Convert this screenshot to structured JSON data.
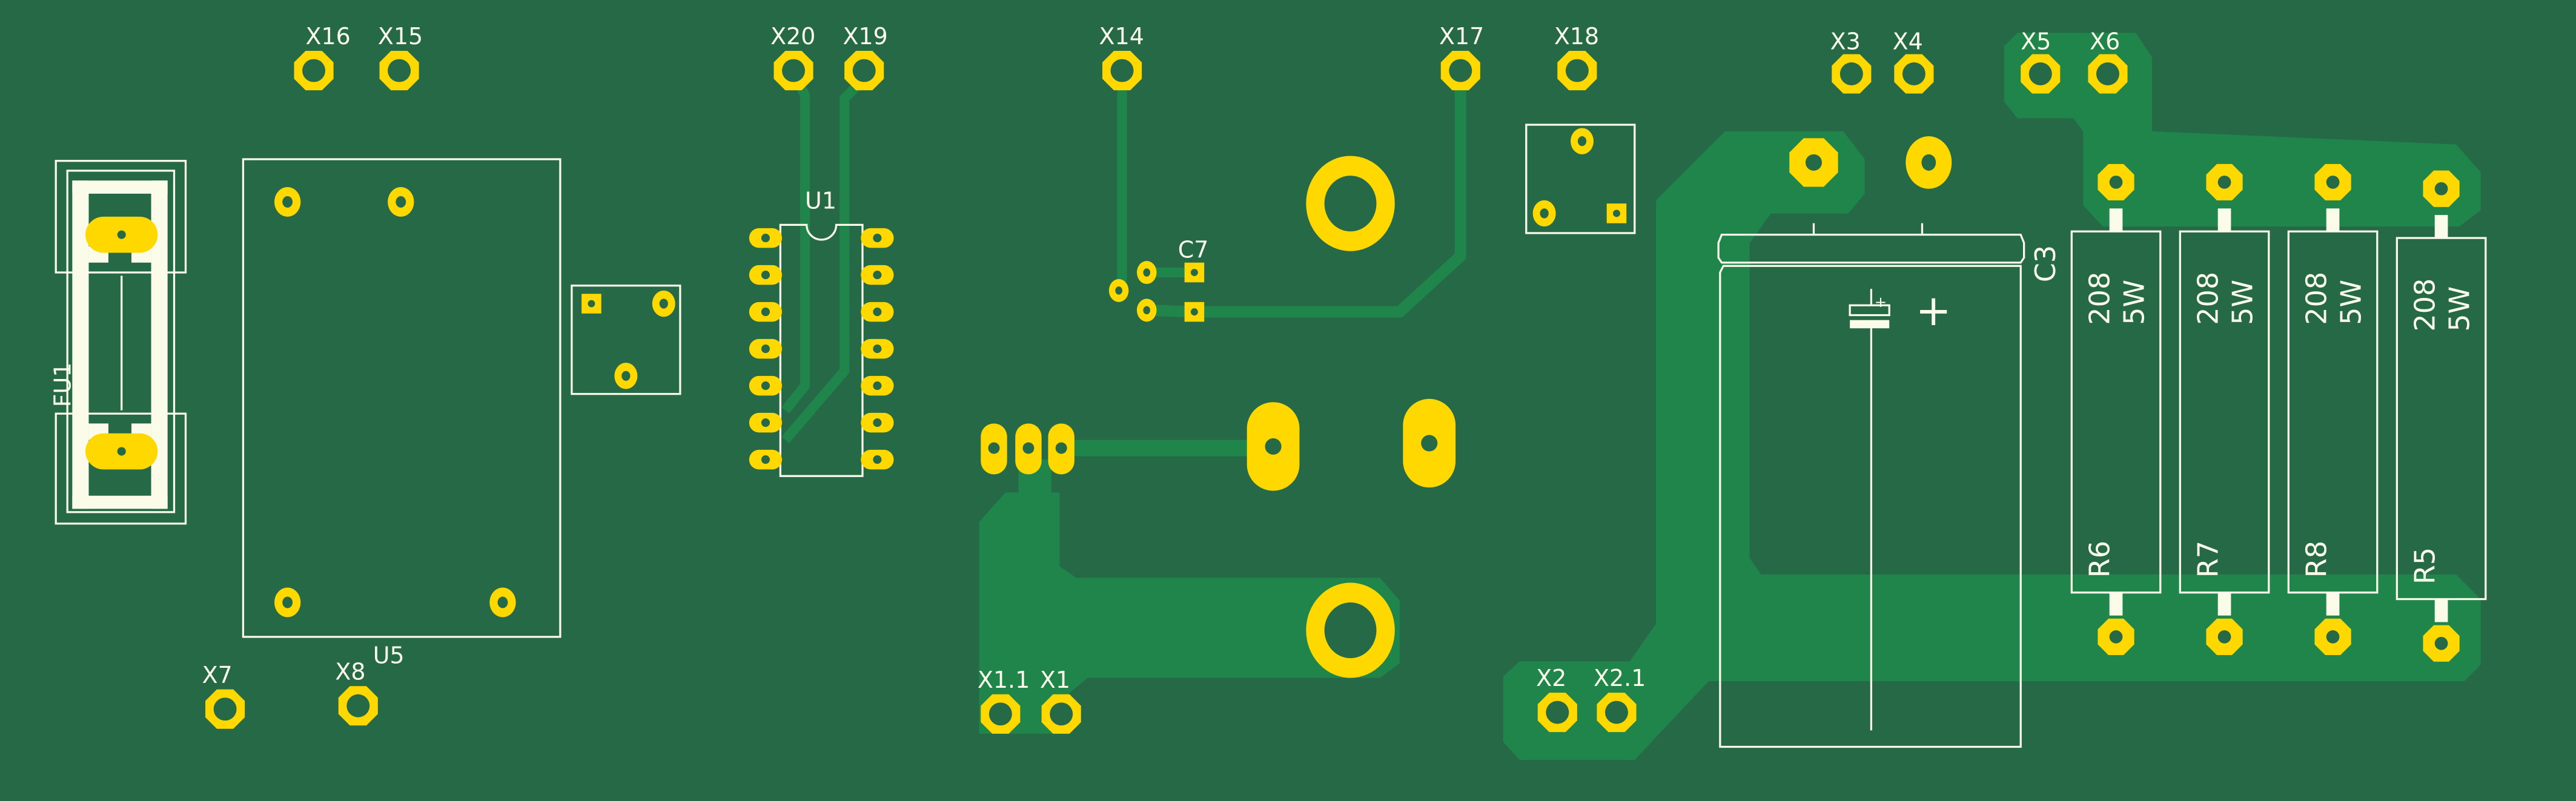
{
  "board": {
    "colors": {
      "substrate": "#266947",
      "copper": "#20854a",
      "pad": "#ffd800",
      "silkscreen": "#fbfbea"
    }
  },
  "components": {
    "fuse": "FU1",
    "module": "U5",
    "ic": "U1",
    "small_cap": "C7",
    "electrolytic_cap": "C3",
    "polarity_mark": "+",
    "polarity_mark_small": "+"
  },
  "connectors": {
    "x16": "X16",
    "x15": "X15",
    "x20": "X20",
    "x19": "X19",
    "x14": "X14",
    "x17": "X17",
    "x18": "X18",
    "x3": "X3",
    "x4": "X4",
    "x5": "X5",
    "x6": "X6",
    "x7": "X7",
    "x8": "X8",
    "x1_1": "X1.1",
    "x1": "X1",
    "x2": "X2",
    "x2_1": "X2.1"
  },
  "resistors": [
    {
      "ref": "R6",
      "value": "208",
      "power": "5W"
    },
    {
      "ref": "R7",
      "value": "208",
      "power": "5W"
    },
    {
      "ref": "R8",
      "value": "208",
      "power": "5W"
    },
    {
      "ref": "R5",
      "value": "208",
      "power": "5W"
    }
  ]
}
